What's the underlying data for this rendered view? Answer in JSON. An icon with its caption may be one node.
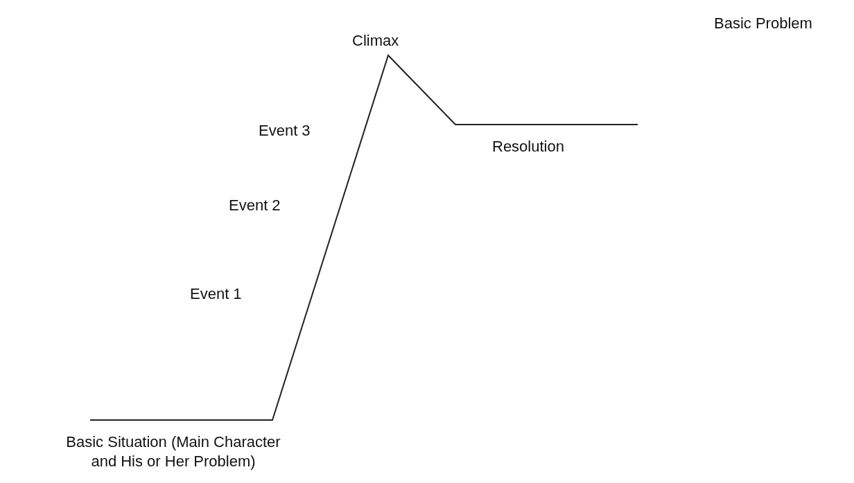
{
  "diagram": {
    "labels": [
      "Basic Problem",
      "Climax",
      "Event 3",
      "Resolution",
      "Event 2",
      "Event 1",
      "Basic Situation (Main Character and His or Her Problem)"
    ]
  }
}
